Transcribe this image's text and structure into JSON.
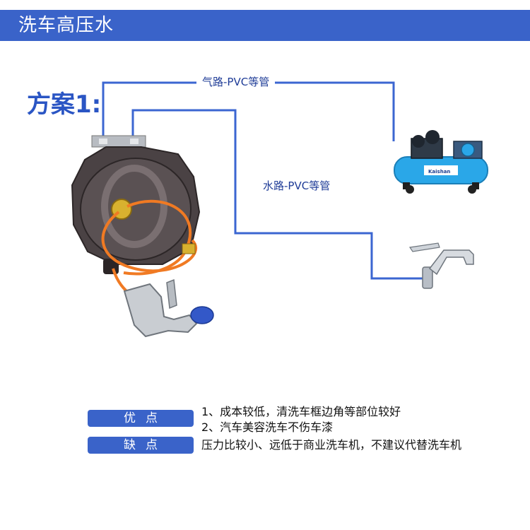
{
  "header": {
    "title": "洗车高压水"
  },
  "plan": {
    "label": "方案1:"
  },
  "pipes": {
    "air_label": "气路-PVC等管",
    "water_label": "水路-PVC等管"
  },
  "compressor": {
    "brand_text": "Kaishan"
  },
  "advantages": {
    "badge": "优点",
    "items": [
      "1、成本较低，清洗车框边角等部位较好",
      "2、汽车美容洗车不伤车漆"
    ]
  },
  "disadvantages": {
    "badge": "缺点",
    "items": [
      "压力比较小、远低于商业洗车机，不建议代替洗车机"
    ]
  },
  "colors": {
    "header_bg": "#3a63c9",
    "plan_text": "#2a55c4",
    "pipe_line": "#3b66d1",
    "hose_orange": "#f07a23",
    "compressor_blue": "#2aa7e8"
  }
}
